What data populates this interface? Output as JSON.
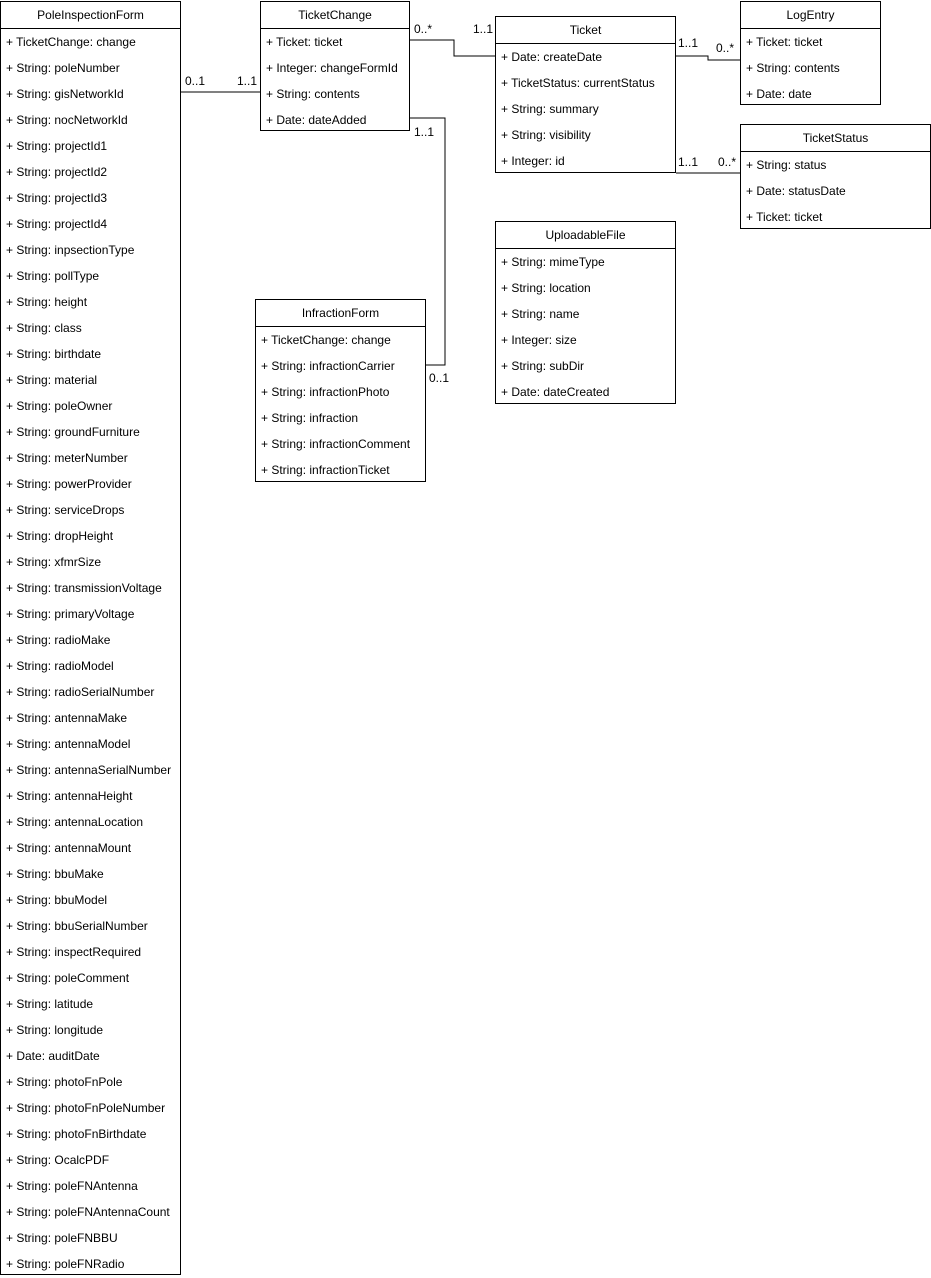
{
  "classes": {
    "pole": {
      "name": "PoleInspectionForm",
      "attrs": [
        "+ TicketChange: change",
        "+ String: poleNumber",
        "+ String: gisNetworkId",
        "+ String: nocNetworkId",
        "+ String: projectId1",
        "+ String: projectId2",
        "+ String: projectId3",
        "+ String: projectId4",
        "+ String: inpsectionType",
        "+ String: pollType",
        "+ String: height",
        "+ String: class",
        "+ String: birthdate",
        "+ String: material",
        "+ String: poleOwner",
        "+ String: groundFurniture",
        "+ String: meterNumber",
        "+ String: powerProvider",
        "+ String: serviceDrops",
        "+ String: dropHeight",
        "+ String: xfmrSize",
        "+ String: transmissionVoltage",
        "+ String: primaryVoltage",
        "+ String: radioMake",
        "+ String: radioModel",
        "+ String: radioSerialNumber",
        "+ String: antennaMake",
        "+ String: antennaModel",
        "+ String: antennaSerialNumber",
        "+ String: antennaHeight",
        "+ String: antennaLocation",
        "+ String: antennaMount",
        "+ String: bbuMake",
        "+ String: bbuModel",
        "+ String: bbuSerialNumber",
        "+ String: inspectRequired",
        "+ String: poleComment",
        "+ String: latitude",
        "+ String: longitude",
        "+ Date: auditDate",
        "+ String: photoFnPole",
        "+ String: photoFnPoleNumber",
        "+ String: photoFnBirthdate",
        "+ String: OcalcPDF",
        "+ String: poleFNAntenna",
        "+ String: poleFNAntennaCount",
        "+ String: poleFNBBU",
        "+ String: poleFNRadio"
      ]
    },
    "ticketchange": {
      "name": "TicketChange",
      "attrs": [
        "+ Ticket: ticket",
        "+ Integer: changeFormId",
        "+ String: contents",
        "+ Date: dateAdded"
      ]
    },
    "ticket": {
      "name": "Ticket",
      "attrs": [
        "+ Date: createDate",
        "+ TicketStatus: currentStatus",
        "+ String: summary",
        "+ String: visibility",
        "+ Integer: id"
      ]
    },
    "logentry": {
      "name": "LogEntry",
      "attrs": [
        "+ Ticket: ticket",
        "+ String: contents",
        "+ Date: date"
      ]
    },
    "ticketstatus": {
      "name": "TicketStatus",
      "attrs": [
        "+ String: status",
        "+ Date: statusDate",
        "+ Ticket: ticket"
      ]
    },
    "uploadablefile": {
      "name": "UploadableFile",
      "attrs": [
        "+ String: mimeType",
        "+ String: location",
        "+ String: name",
        "+ Integer: size",
        "+ String: subDir",
        "+ Date: dateCreated"
      ]
    },
    "infractionform": {
      "name": "InfractionForm",
      "attrs": [
        "+ TicketChange: change",
        "+ String: infractionCarrier",
        "+ String: infractionPhoto",
        "+ String: infraction",
        "+ String: infractionComment",
        "+ String: infractionTicket"
      ]
    }
  },
  "multiplicities": {
    "pole_tc_src": "0..1",
    "pole_tc_dst": "1..1",
    "tc_ticket_src": "0..*",
    "tc_ticket_dst": "1..1",
    "ticket_log_src": "1..1",
    "ticket_log_dst": "0..*",
    "ticket_status_src": "1..1",
    "ticket_status_dst": "0..*",
    "tc_infraction_src": "1..1",
    "tc_infraction_dst": "0..1"
  }
}
